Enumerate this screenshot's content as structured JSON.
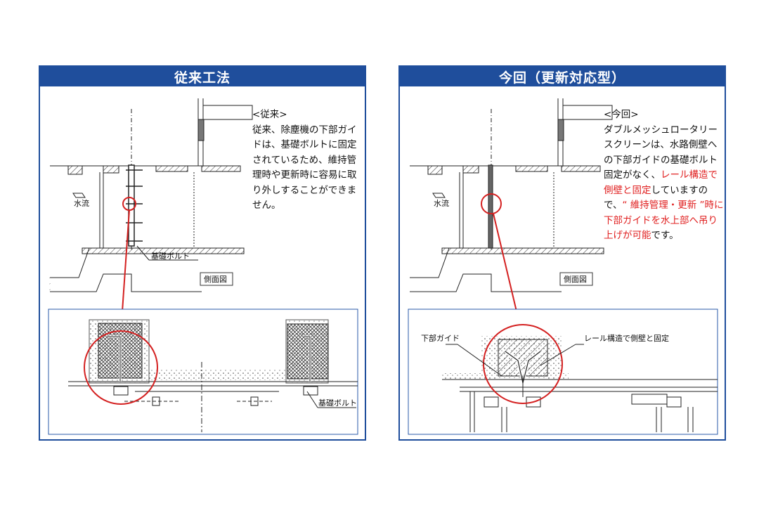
{
  "left": {
    "title": "従来工法",
    "desc_heading": "<従来>",
    "desc_body": "従来、除塵機の下部ガイドは、基礎ボルトに固定されているため、維持管理時や更新時に容易に取り外しすることができません。",
    "label_flow": "水流",
    "label_bolt": "基礎ボルト",
    "label_view": "側面図",
    "label_bolt_detail": "基礎ボルト"
  },
  "right": {
    "title": "今回（更新対応型）",
    "desc_heading": "<今回>",
    "desc_part1": "ダブルメッシュロータリースクリーンは、水路側壁への下部ガイドの基礎ボルト固定がなく、",
    "desc_red1": "レール構造で側壁と固定",
    "desc_part2": "していますので、",
    "desc_red2": "“ 維持管理・更新 ”時に下部ガイドを水上部へ吊り上げが可能",
    "desc_part3": "です。",
    "label_flow": "水流",
    "label_view": "側面図",
    "label_guide": "下部ガイド",
    "label_rail": "レール構造で側壁と固定"
  },
  "colors": {
    "header": "#1f4e9c",
    "accent_red": "#e02020"
  }
}
